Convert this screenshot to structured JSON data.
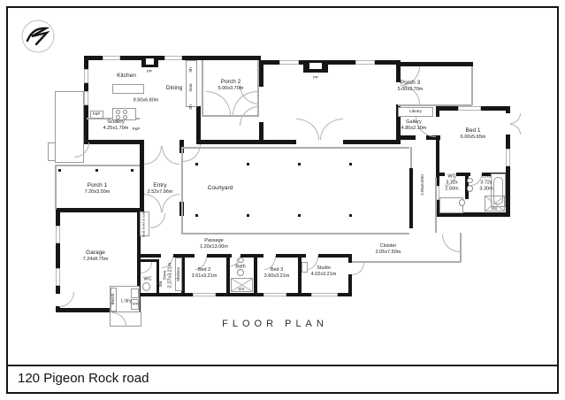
{
  "page": {
    "plan_title": "FLOOR PLAN",
    "address": "120 Pigeon Rock road"
  },
  "rooms": {
    "kitchen": {
      "name": "Kitchen"
    },
    "dining": {
      "name": "Dining",
      "dims": "9.50x6.80m"
    },
    "scullery": {
      "name": "Scullery",
      "dims": "4.25x1.70m"
    },
    "porch2": {
      "name": "Porch 2",
      "dims": "5.00x3.70m"
    },
    "porch3": {
      "name": "Porch 3",
      "dims": "5.00x3.70m"
    },
    "library": {
      "name": "Library"
    },
    "gallery": {
      "name": "Gallery",
      "dims": "4.85x2.10m"
    },
    "bed1": {
      "name": "Bed 1",
      "dims": "6.00x5.65m"
    },
    "wc_main": {
      "name": "WC",
      "dims_line1": "3.72x",
      "dims_line2": "2.50m"
    },
    "ens": {
      "name": "Ens",
      "dims_line1": "3.72x",
      "dims_line2": "3.30m"
    },
    "porch1": {
      "name": "Porch 1",
      "dims": "7.20x3.50m"
    },
    "entry": {
      "name": "Entry",
      "dims": "2.52x7.96m"
    },
    "courtyard": {
      "name": "Courtyard"
    },
    "garage": {
      "name": "Garage",
      "dims": "7.24x8.75m"
    },
    "laundry": {
      "name": "L'dry"
    },
    "passage": {
      "name": "Passage",
      "dims": "1.20x13.00m"
    },
    "wc_small": {
      "name": "WC"
    },
    "store": {
      "name": "Store",
      "dims": "2.27x3.21m"
    },
    "bed2": {
      "name": "Bed 2",
      "dims": "3.61x3.21m"
    },
    "bath": {
      "name": "Bath"
    },
    "bed3": {
      "name": "Bed 3",
      "dims": "3.60x3.21m"
    },
    "studio": {
      "name": "Studio",
      "dims": "4.02x3.21m"
    },
    "cloister": {
      "name": "Cloister",
      "dims": "2.05x7.50m"
    },
    "cloister_wing": {
      "dims": "2.05x8.60m"
    }
  },
  "annotations": {
    "fireplace_abbr": "FP",
    "fire_place_abbr": "F&P",
    "shelf_abbr": "Sh",
    "seat": "Seat",
    "seat_nooks": "Seat nooks & coats",
    "shower_abbr": "Shr",
    "bench": "Bench",
    "washing_machine": "W/M",
    "shelves": "Shelves"
  },
  "colors": {
    "wall": "#161616",
    "thin_line": "#adadad",
    "text": "#222222"
  }
}
